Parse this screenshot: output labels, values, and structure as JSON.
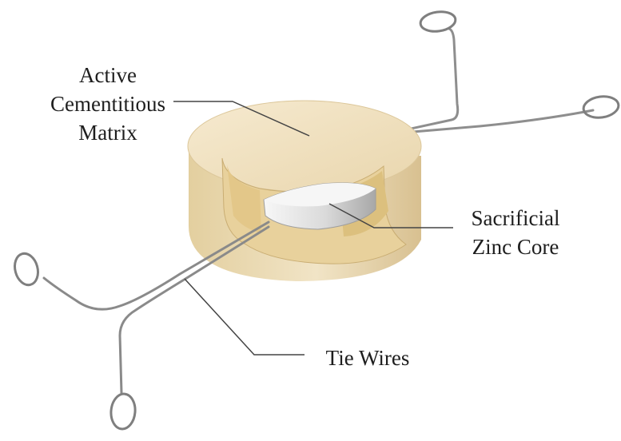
{
  "labels": {
    "matrix": {
      "lines": [
        "Active",
        "Cementitious",
        "Matrix"
      ]
    },
    "core": {
      "lines": [
        "Sacrificial",
        "Zinc Core"
      ]
    },
    "wires": {
      "lines": [
        "Tie Wires"
      ]
    }
  },
  "colors": {
    "matrix_fill": "#efe1bf",
    "matrix_shadow": "#dcc79a",
    "cutaway_fill": "#e6cf98",
    "zinc_light": "#f3f3f3",
    "zinc_dark": "#b9b9b9",
    "wire": "#9a9a9a",
    "leader_line": "#444444"
  },
  "icons": {
    "anode": "anode-illustration",
    "wire_loop": "wire-loop-icon"
  }
}
